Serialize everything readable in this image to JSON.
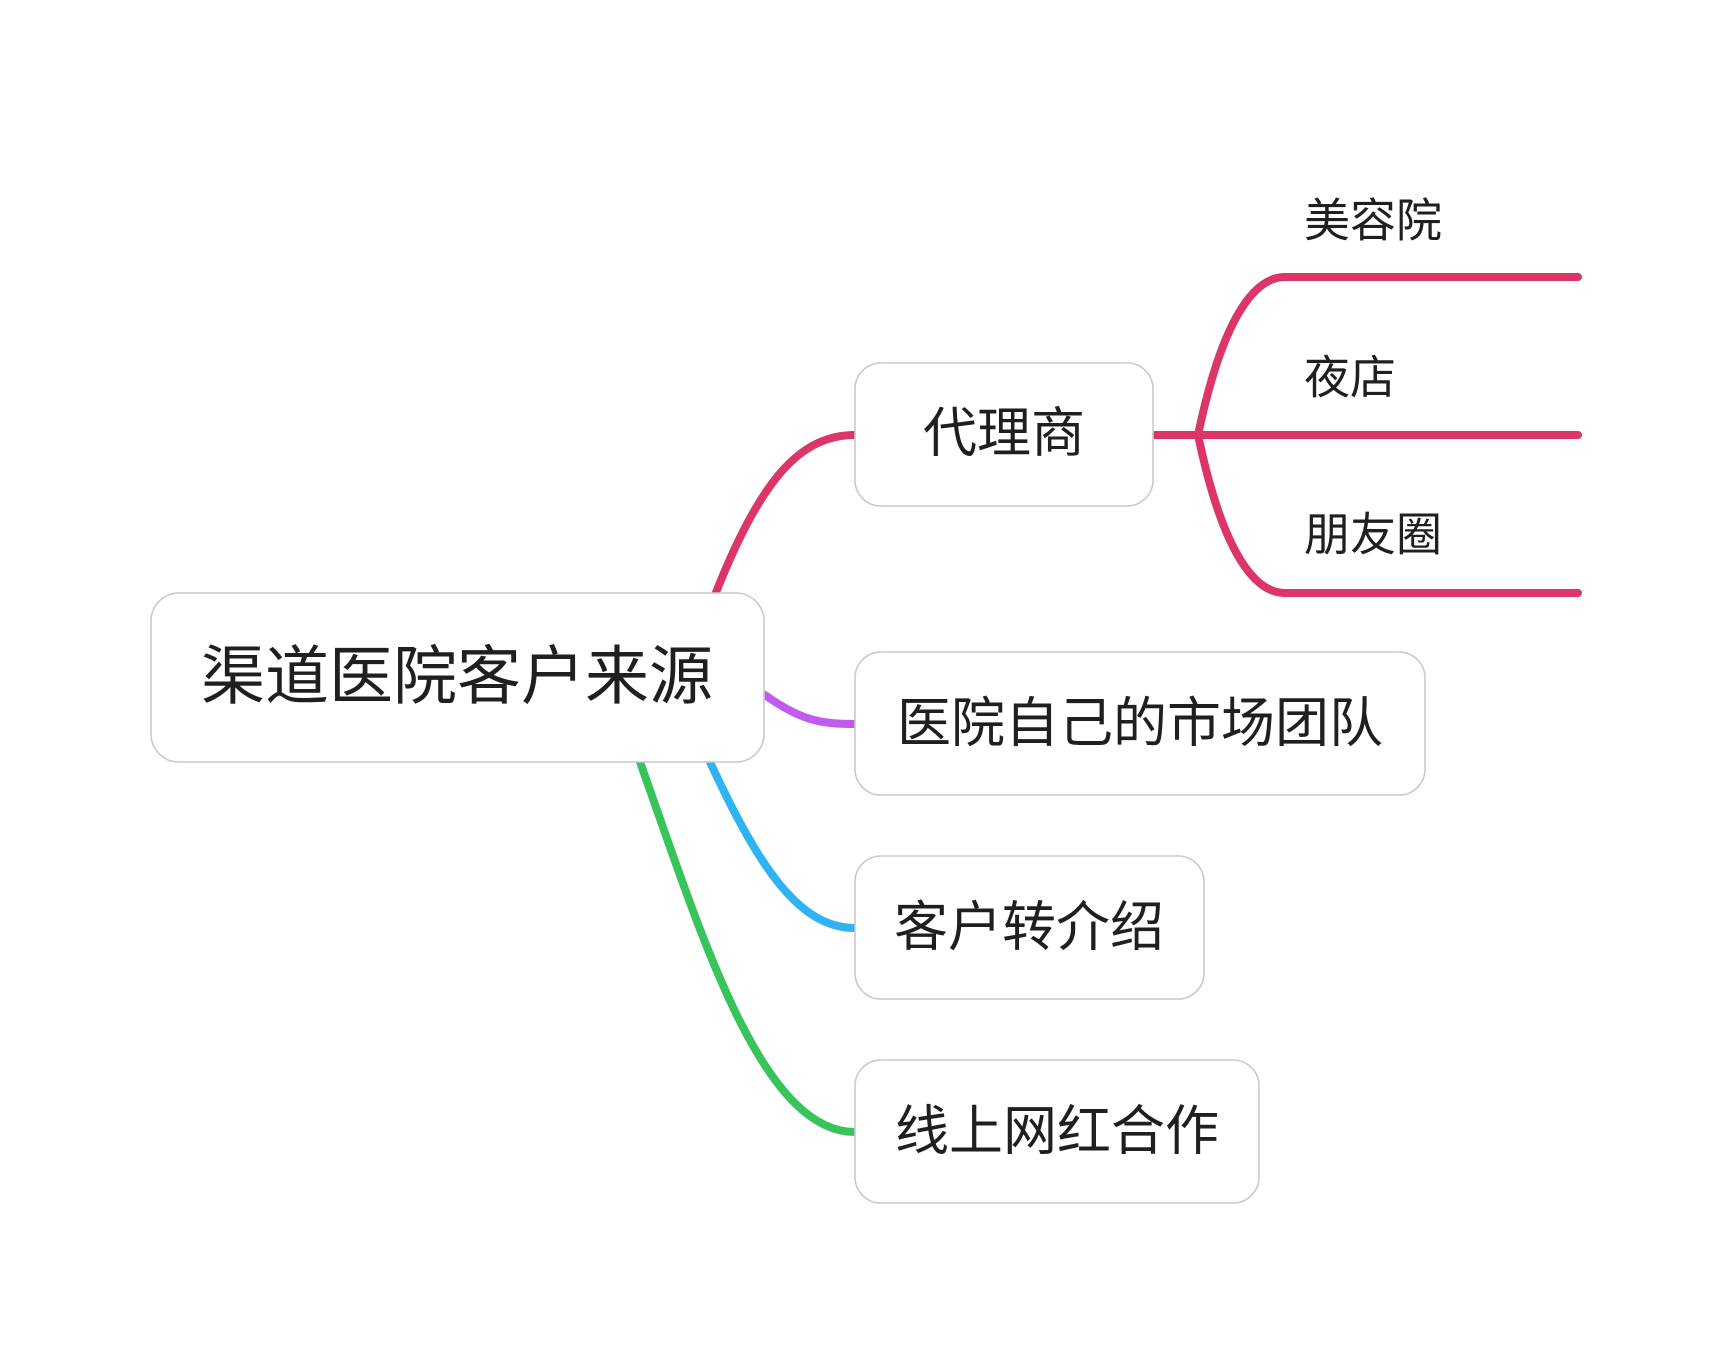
{
  "colors": {
    "background": "#ffffff",
    "node_border": "#c9c9c9",
    "text": "#1f1f1f"
  },
  "root": {
    "label": "渠道医院客户来源"
  },
  "branches": [
    {
      "label": "代理商",
      "color": "#dc3668",
      "children": [
        {
          "label": "美容院"
        },
        {
          "label": "夜店"
        },
        {
          "label": "朋友圈"
        }
      ]
    },
    {
      "label": "医院自己的市场团队",
      "color": "#c05ced",
      "children": []
    },
    {
      "label": "客户转介绍",
      "color": "#2fb3f2",
      "children": []
    },
    {
      "label": "线上网红合作",
      "color": "#37c45b",
      "children": []
    }
  ]
}
